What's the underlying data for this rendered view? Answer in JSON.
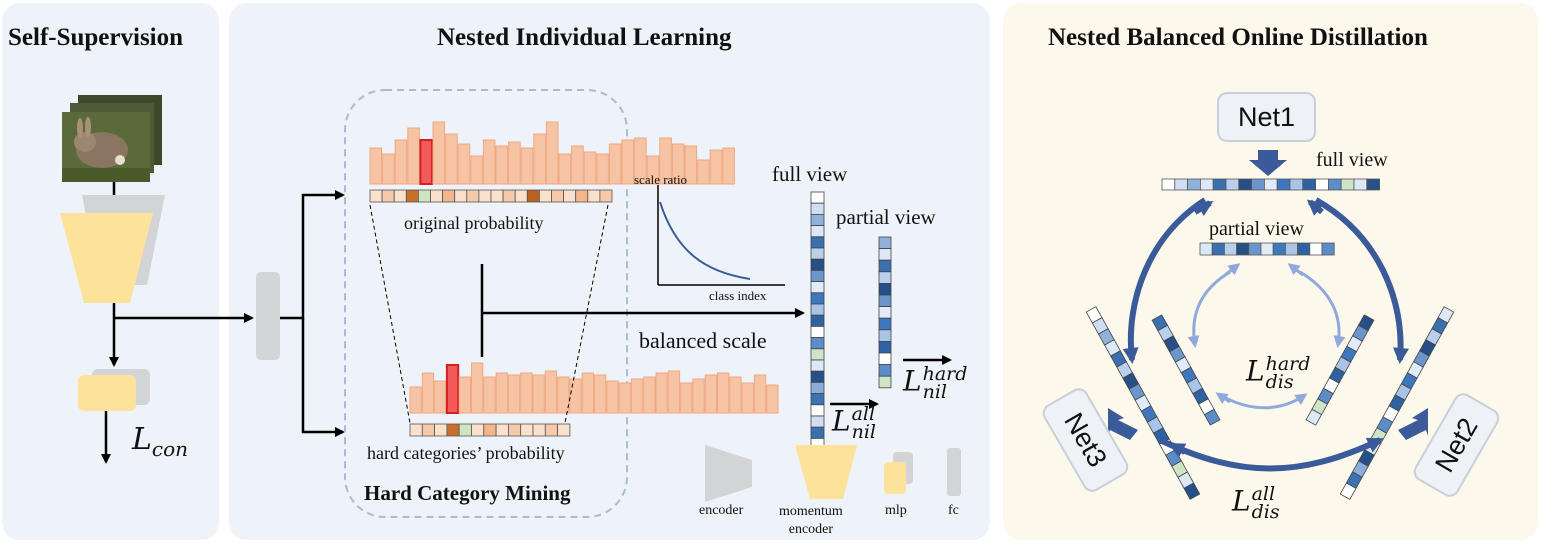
{
  "panels": {
    "self_supervision": "Self-Supervision",
    "nested_individual": "Nested Individual Learning",
    "nested_balanced": "Nested Balanced Online Distillation"
  },
  "hcm": {
    "title": "Hard Category Mining",
    "original_probability": "original probability",
    "hard_probability": "hard categories’ probability"
  },
  "scale_plot": {
    "y_label": "scale ratio",
    "x_label": "class index"
  },
  "views": {
    "full_view": "full view",
    "partial_view": "partial view",
    "balanced_scale": "balanced scale"
  },
  "losses": {
    "con": {
      "base": "L",
      "sub": "con"
    },
    "nil_all": {
      "base": "L",
      "sup": "all",
      "sub": "nil"
    },
    "nil_hard": {
      "base": "L",
      "sup": "hard",
      "sub": "nil"
    },
    "dis_hard": {
      "base": "L",
      "sup": "hard",
      "sub": "dis"
    },
    "dis_all": {
      "base": "L",
      "sup": "all",
      "sub": "dis"
    }
  },
  "legend": {
    "encoder": "encoder",
    "momentum_encoder": "momentum\nencoder",
    "mlp": "mlp",
    "fc": "fc"
  },
  "distillation": {
    "net1": "Net1",
    "net2": "Net2",
    "net3": "Net3",
    "full_view": "full view",
    "partial_view": "partial view"
  },
  "colors": {
    "panel_blue": "#eef2f9",
    "panel_cream": "#fdf8ec",
    "bar_fill": "#f6c3a4",
    "bar_highlight": "#f25a5a",
    "encoder_gray": "#d3d4d6",
    "momentum_yellow": "#fde39a",
    "arrow_dark_blue": "#3b5a9a",
    "arrow_light_blue": "#8fa9da"
  }
}
